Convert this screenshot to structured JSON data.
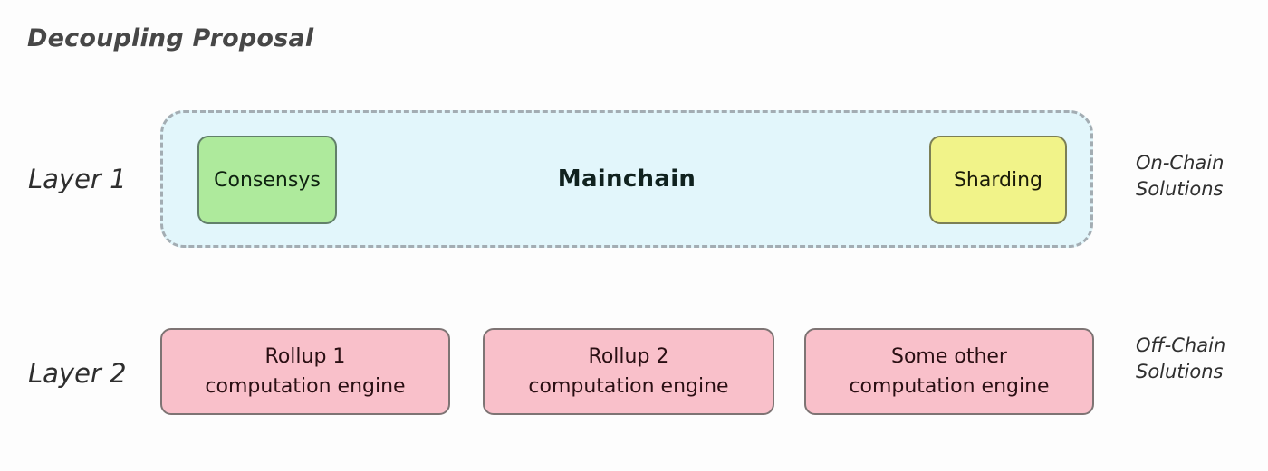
{
  "diagram": {
    "title": "Decoupling Proposal",
    "background_color": "#fdfdfd"
  },
  "rows": {
    "layer1": {
      "label": "Layer 1",
      "side_label_line1": "On-Chain",
      "side_label_line2": "Solutions",
      "container_label": "Mainchain",
      "container_fill": "#e2f6fb",
      "container_border": "#a3adb3",
      "nodes": [
        {
          "label": "Consensys",
          "fill": "#aeea9c",
          "border": "#62806a"
        },
        {
          "label": "Sharding",
          "fill": "#f1f389",
          "border": "#7c7f55"
        }
      ]
    },
    "layer2": {
      "label": "Layer 2",
      "side_label_line1": "Off-Chain",
      "side_label_line2": "Solutions",
      "nodes": [
        {
          "line1": "Rollup 1",
          "line2": "computation engine",
          "fill": "#f9c0ca",
          "border": "#7e7474"
        },
        {
          "line1": "Rollup 2",
          "line2": "computation engine",
          "fill": "#f9c0ca",
          "border": "#7e7474"
        },
        {
          "line1": "Some other",
          "line2": "computation engine",
          "fill": "#f9c0ca",
          "border": "#7e7474"
        }
      ]
    }
  }
}
